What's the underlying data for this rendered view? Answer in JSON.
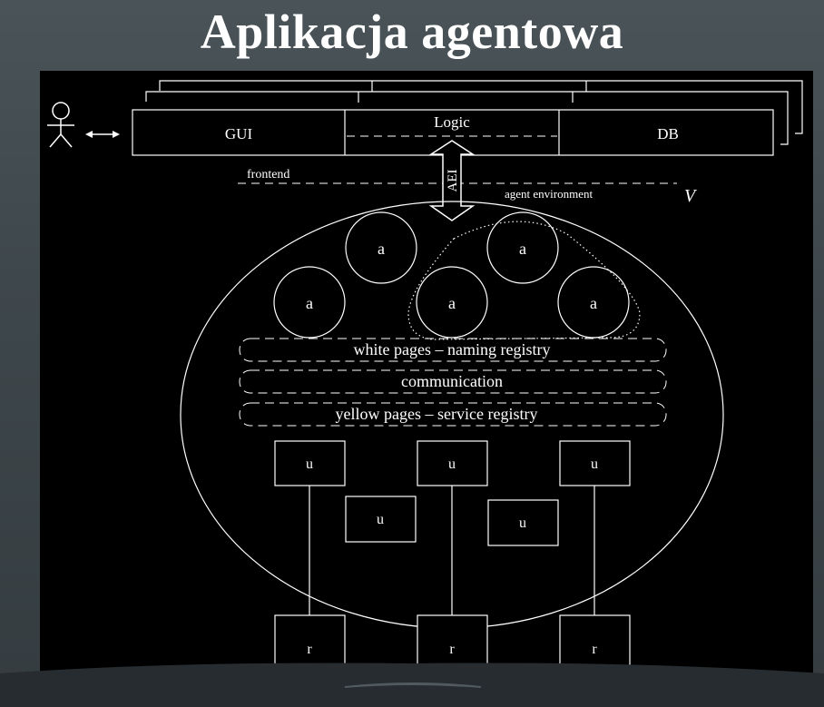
{
  "title": "Aplikacja agentowa",
  "diagram": {
    "layers": {
      "gui": "GUI",
      "logic": "Logic",
      "db": "DB"
    },
    "aei": "AEI",
    "frontend": "frontend",
    "agent_environment": "agent environment",
    "v": "V",
    "agent": "a",
    "registries": {
      "white_pages": "white pages – naming registry",
      "communication": "communication",
      "yellow_pages": "yellow pages – service registry"
    },
    "unit": "u",
    "resource": "r"
  },
  "colors": {
    "background": "#3e474b",
    "canvas": "#000000",
    "stroke": "#ffffff",
    "title": "#ffffff"
  }
}
